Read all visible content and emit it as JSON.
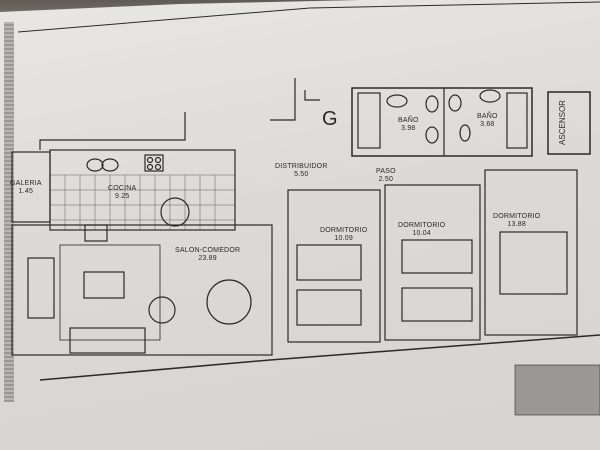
{
  "plan": {
    "orientation_marker": "G",
    "rooms": [
      {
        "name": "GALERIA",
        "area": "1.45"
      },
      {
        "name": "COCINA",
        "area": "9.25"
      },
      {
        "name": "SALON-COMEDOR",
        "area": "23.89"
      },
      {
        "name": "DISTRIBUIDOR",
        "area": "5.50"
      },
      {
        "name": "PASO",
        "area": "2.50"
      },
      {
        "name": "BAÑO",
        "area": "3.98"
      },
      {
        "name": "BAÑO",
        "area": "3.68"
      },
      {
        "name": "DORMITORIO",
        "area": "10.09"
      },
      {
        "name": "DORMITORIO",
        "area": "10.04"
      },
      {
        "name": "DORMITORIO",
        "area": "13.88"
      }
    ],
    "elevator_label": "ASCENSOR",
    "colors": {
      "paper": "#dedcd8",
      "ink": "#2a2a2a",
      "background": "#6f6a63"
    }
  }
}
